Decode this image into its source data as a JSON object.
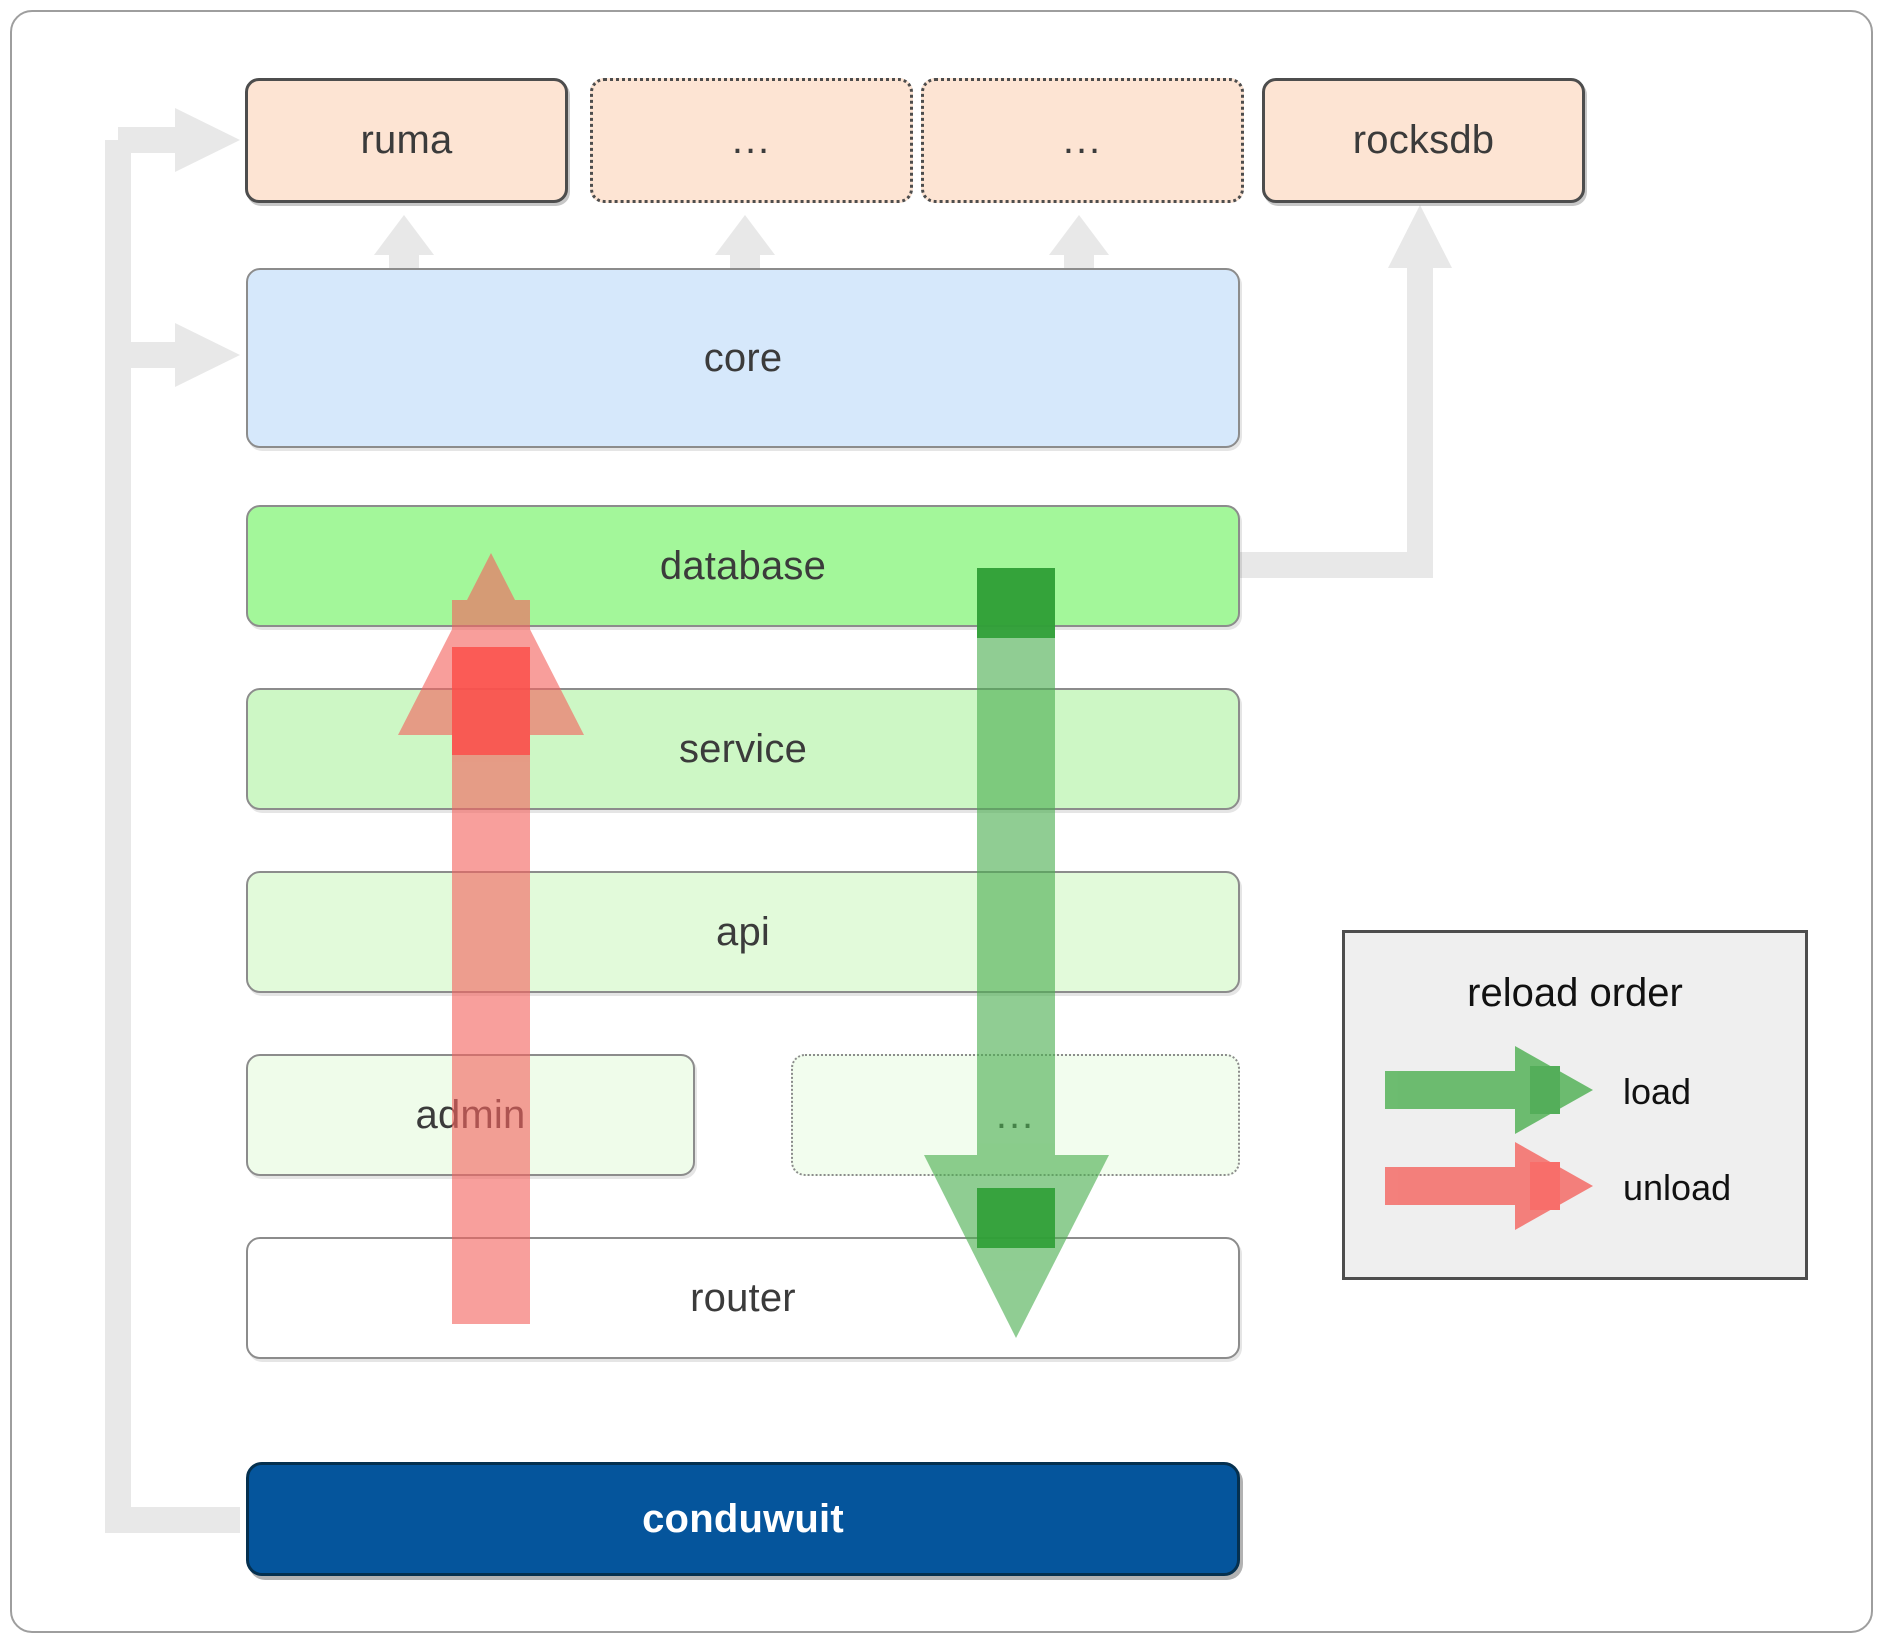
{
  "diagram": {
    "title": "conduwuit crate dependency and reload order diagram",
    "dependencies": [
      {
        "id": "ruma",
        "label": "ruma",
        "style": "solid"
      },
      {
        "id": "dep2",
        "label": "...",
        "style": "dotted"
      },
      {
        "id": "dep3",
        "label": "...",
        "style": "dotted"
      },
      {
        "id": "rocksdb",
        "label": "rocksdb",
        "style": "solid"
      }
    ],
    "core": {
      "id": "core",
      "label": "core"
    },
    "layers": [
      {
        "id": "database",
        "label": "database",
        "style": "solid"
      },
      {
        "id": "service",
        "label": "service",
        "style": "solid"
      },
      {
        "id": "api",
        "label": "api",
        "style": "solid"
      },
      {
        "id": "admin",
        "label": "admin",
        "style": "solid"
      },
      {
        "id": "dots",
        "label": "...",
        "style": "dotted"
      },
      {
        "id": "router",
        "label": "router",
        "style": "solid"
      }
    ],
    "app": {
      "id": "conduwuit",
      "label": "conduwuit"
    },
    "legend": {
      "title": "reload order",
      "entries": [
        {
          "id": "load",
          "label": "load",
          "color": "#4caf50"
        },
        {
          "id": "unload",
          "label": "unload",
          "color": "#f4645f"
        }
      ]
    },
    "colors": {
      "dependency_fill": "#fde4d3",
      "core_fill": "#d6e8fb",
      "database_fill": "#a3f79a",
      "service_fill": "#cdf7c5",
      "api_fill": "#e2fada",
      "admin_fill": "#effcea",
      "dots_fill": "#f2fdee",
      "router_fill": "#ffffff",
      "app_fill": "#05559c",
      "legend_fill": "#efefef",
      "connector_grey": "#e8e8e8",
      "load_green": "#4caf50",
      "unload_red": "#f4645f"
    }
  }
}
